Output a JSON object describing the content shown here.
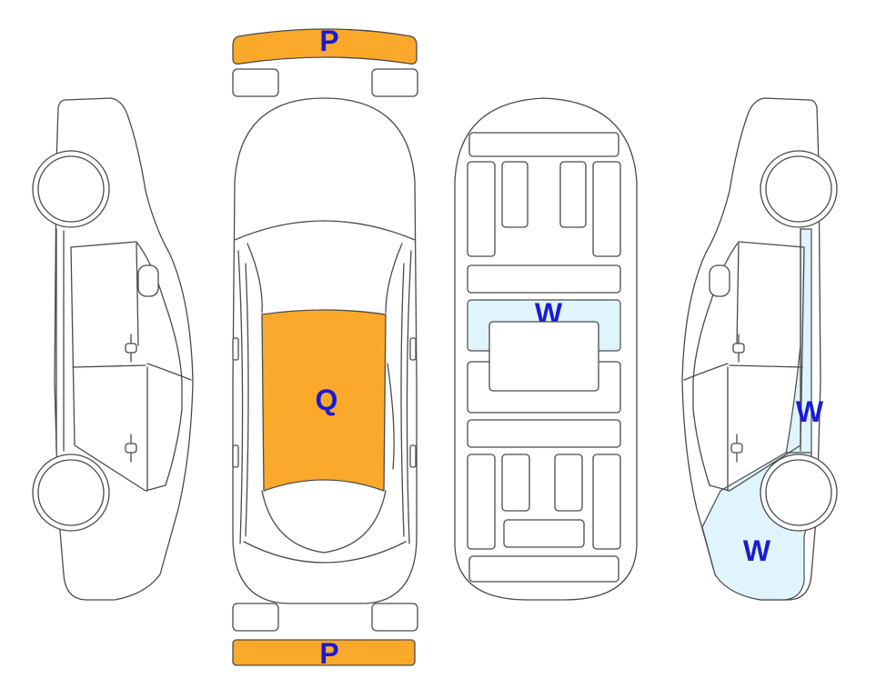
{
  "diagram": {
    "views": [
      "left-side",
      "top",
      "underside",
      "right-side"
    ],
    "colors": {
      "outline": "#4a4a4a",
      "zone_p": "#FBA92B",
      "zone_q": "#FBA92B",
      "zone_w": "#DFF4FB",
      "label": "#1B1BD2"
    },
    "labels": {
      "front_bumper": "P",
      "rear_bumper": "P",
      "roof": "Q",
      "underside_panel": "W",
      "right_rear_pillar": "W",
      "right_rear_quarter": "W"
    }
  }
}
